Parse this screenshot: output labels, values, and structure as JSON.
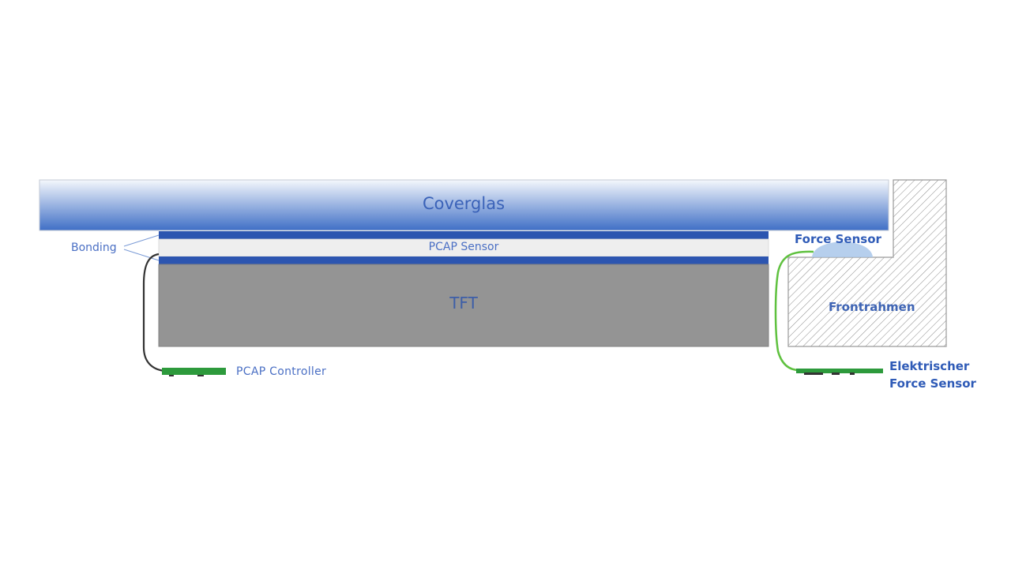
{
  "labels": {
    "coverglas": "Coverglas",
    "pcap_sensor": "PCAP Sensor",
    "tft": "TFT",
    "bonding": "Bonding",
    "pcap_controller": "PCAP Controller",
    "force_sensor": "Force Sensor",
    "frontrahmen": "Frontrahmen",
    "elektrischer_line1": "Elektrischer",
    "elektrischer_line2": "Force Sensor"
  },
  "colors": {
    "coverglas_top": "#f4f7fc",
    "coverglas_bottom": "#3f6fc6",
    "bonding_layer": "#2c55b0",
    "pcap_sensor_layer": "#eeeeee",
    "tft": "#949494",
    "pcap_controller_board": "#2d9a3c",
    "force_sensor_cable": "#5fc13f",
    "force_sensor_pad": "#a9c7ea",
    "frontrahmen_hatch": "#8a8a8a",
    "text_blue": "#3a62b8"
  }
}
